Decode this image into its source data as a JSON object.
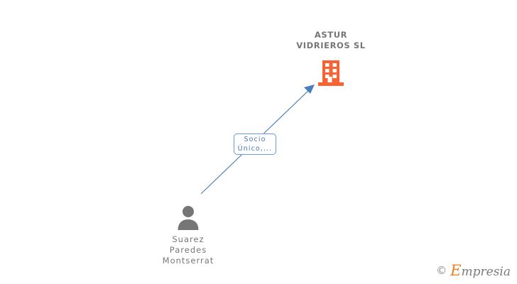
{
  "diagram": {
    "background_color": "#ffffff",
    "company": {
      "name": "ASTUR\nVIDRIEROS SL",
      "icon": "building-icon",
      "icon_color": "#f96232",
      "label_color": "#757575"
    },
    "person": {
      "name": "Suarez\nParedes\nMontserrat",
      "icon": "person-icon",
      "icon_color": "#767676",
      "label_color": "#777777"
    },
    "relation": {
      "line_1": "Socio",
      "line_2": "Único,...",
      "border_color": "#6b9bd8",
      "text_color": "#4a78b5"
    },
    "connector": {
      "color": "#4a7ebb",
      "from": "person",
      "to": "company",
      "arrow": "arrow-up-right"
    }
  },
  "watermark": {
    "copyright": "©",
    "brand_initial": "E",
    "brand_rest": "mpresia",
    "brand_color": "#ef7d22",
    "text_color": "#7b7b7b"
  }
}
